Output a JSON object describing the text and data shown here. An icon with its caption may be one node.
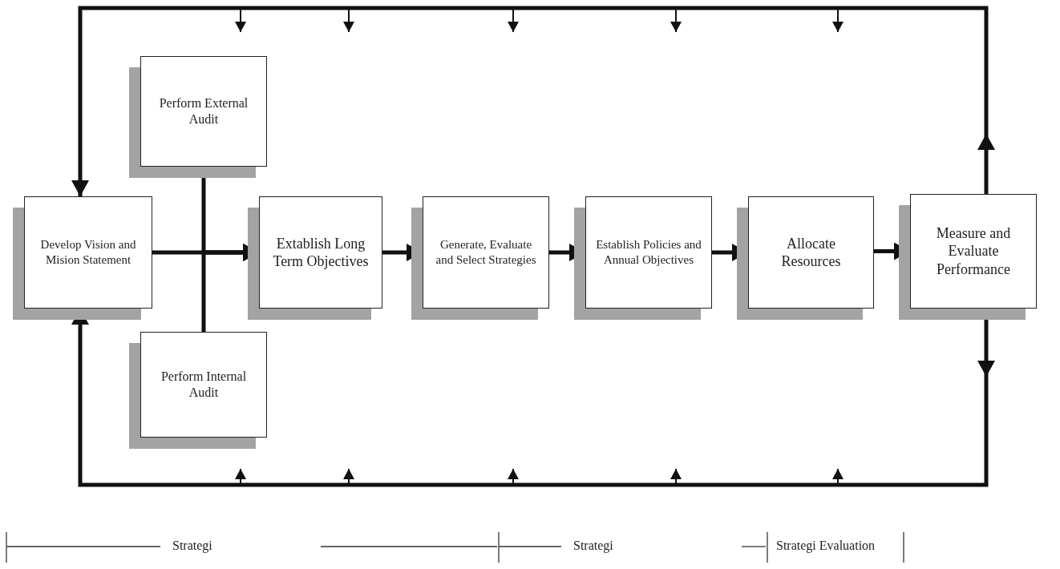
{
  "diagram": {
    "nodes": [
      {
        "text": [
          "Develop Vision and Mision Statement"
        ]
      },
      {
        "text": [
          "Perform External Audit"
        ]
      },
      {
        "text": [
          "Perform Internal Audit"
        ]
      },
      {
        "text": [
          "Extablish Long Term Objectives"
        ]
      },
      {
        "text": [
          "Generate, Evaluate and Select Strategies"
        ]
      },
      {
        "text": [
          "Establish Policies and Annual Objectives"
        ]
      },
      {
        "text": [
          "Allocate Resources"
        ]
      },
      {
        "text": [
          "Measure and Evaluate Performance"
        ]
      }
    ],
    "edges": [
      {
        "from": 0,
        "to": 3,
        "arrow": "to"
      },
      {
        "from": 1,
        "to": 3,
        "arrow": "to"
      },
      {
        "from": 2,
        "to": 3,
        "arrow": "to"
      },
      {
        "from": 3,
        "to": 4,
        "arrow": "to"
      },
      {
        "from": 4,
        "to": 5,
        "arrow": "to"
      },
      {
        "from": 5,
        "to": 6,
        "arrow": "to"
      },
      {
        "from": 6,
        "to": 7,
        "arrow": "to"
      },
      {
        "from": 7,
        "to": 0,
        "arrow": "to"
      },
      {
        "from": 7,
        "to": 0,
        "arrow": "to"
      }
    ],
    "labels": [
      "Strategi",
      "Strategi",
      "Strategi Evaluation"
    ]
  }
}
